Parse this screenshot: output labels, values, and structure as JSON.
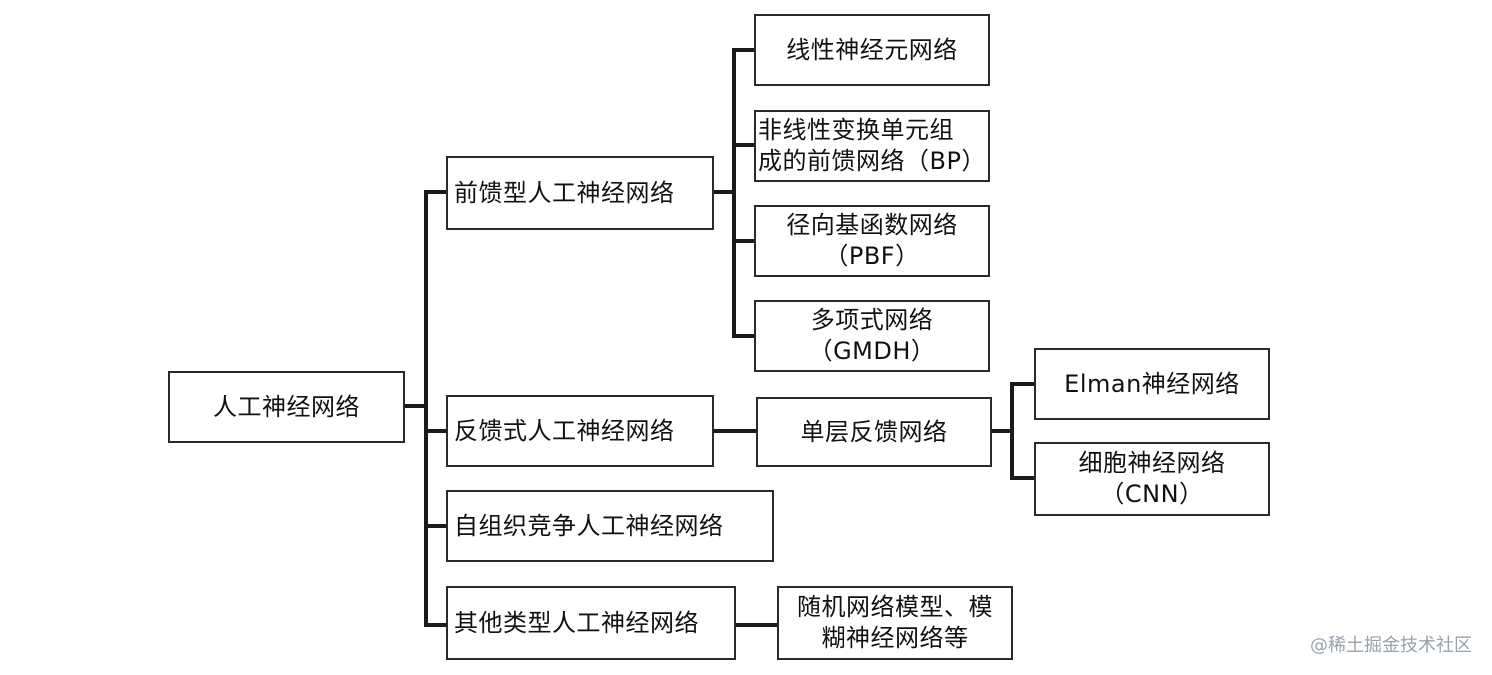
{
  "diagram": {
    "root": "人工神经网络",
    "feedforward": {
      "label": "前馈型人工神经网络",
      "children": [
        "线性神经元网络",
        "非线性变换单元组\n成的前馈网络（BP）",
        "径向基函数网络\n（PBF）",
        "多项式网络\n（GMDH）"
      ]
    },
    "feedback": {
      "label": "反馈式人工神经网络",
      "single_layer": "单层反馈网络",
      "children": [
        "Elman神经网络",
        "细胞神经网络\n（CNN）"
      ]
    },
    "self_organizing": {
      "label": "自组织竞争人工神经网络"
    },
    "other": {
      "label": "其他类型人工神经网络",
      "child": "随机网络模型、模\n糊神经网络等"
    }
  },
  "watermark": "@稀土掘金技术社区"
}
